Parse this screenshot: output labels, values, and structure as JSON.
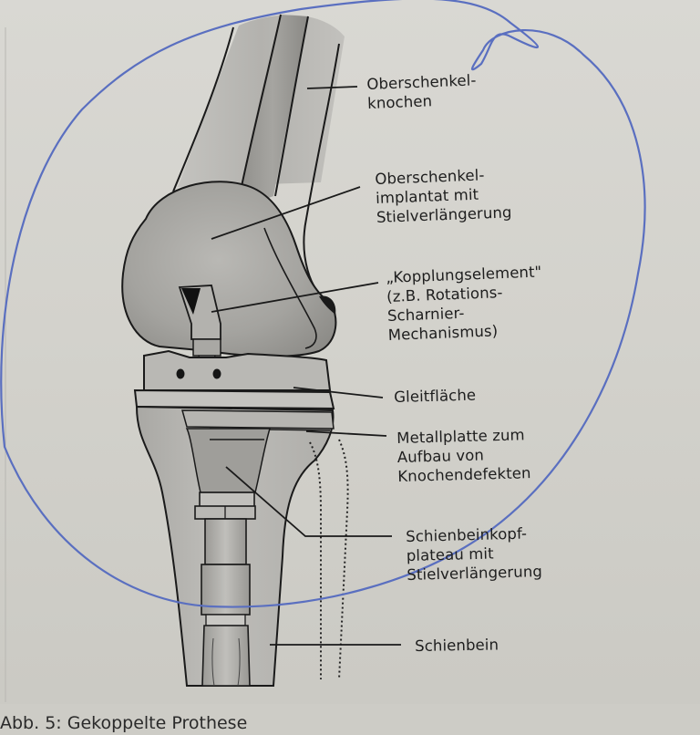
{
  "figure": {
    "caption": "Abb. 5: Gekoppelte Prothese",
    "labels": [
      {
        "id": "femur-bone",
        "text": "Oberschenkel-\nknochen"
      },
      {
        "id": "femoral-implant",
        "text": "Oberschenkel-\nimplantat mit\nStielverlängerung"
      },
      {
        "id": "coupling-element",
        "text": "„Kopplungselement\"\n(z.B. Rotations-\nScharnier-\nMechanismus)"
      },
      {
        "id": "gliding-surface",
        "text": "Gleitfläche"
      },
      {
        "id": "metal-plate",
        "text": "Metallplatte zum\nAufbau von\nKnochendefekten"
      },
      {
        "id": "tibial-plateau",
        "text": "Schienbeinkopf-\nplateau mit\nStielverlängerung"
      },
      {
        "id": "tibia",
        "text": "Schienbein"
      }
    ],
    "annotation_color": "#5a6fc0"
  }
}
